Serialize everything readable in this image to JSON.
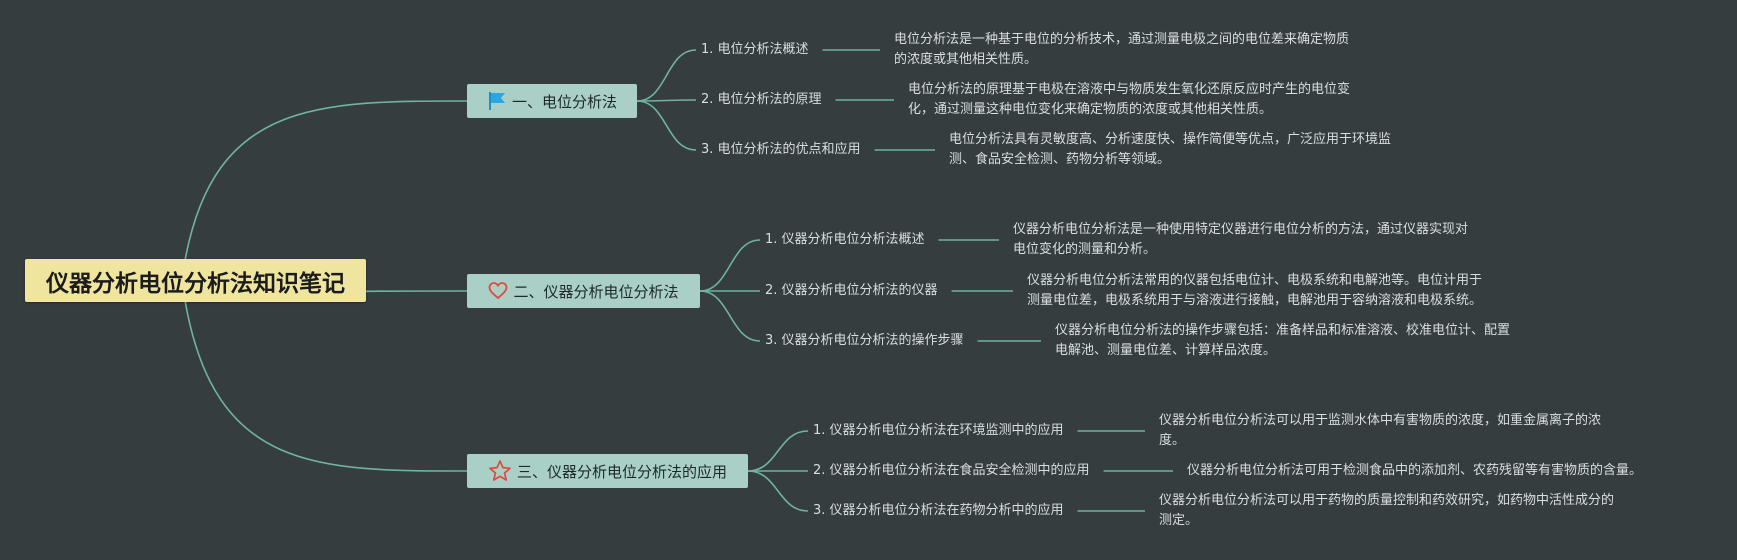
{
  "mindmap": {
    "root": {
      "label": "仪器分析电位分析法知识笔记"
    },
    "branches": [
      {
        "label": "一、电位分析法",
        "icon": "flag-icon",
        "children": [
          {
            "label": "1. 电位分析法概述",
            "detail": [
              "电位分析法是一种基于电位的分析技术，通过测量电极之间的电位差来确定物质",
              "的浓度或其他相关性质。"
            ]
          },
          {
            "label": "2. 电位分析法的原理",
            "detail": [
              "电位分析法的原理基于电极在溶液中与物质发生氧化还原反应时产生的电位变",
              "化，通过测量这种电位变化来确定物质的浓度或其他相关性质。"
            ]
          },
          {
            "label": "3. 电位分析法的优点和应用",
            "detail": [
              "电位分析法具有灵敏度高、分析速度快、操作简便等优点，广泛应用于环境监",
              "测、食品安全检测、药物分析等领域。"
            ]
          }
        ]
      },
      {
        "label": "二、仪器分析电位分析法",
        "icon": "heart-icon",
        "children": [
          {
            "label": "1. 仪器分析电位分析法概述",
            "detail": [
              "仪器分析电位分析法是一种使用特定仪器进行电位分析的方法，通过仪器实现对",
              "电位变化的测量和分析。"
            ]
          },
          {
            "label": "2. 仪器分析电位分析法的仪器",
            "detail": [
              "仪器分析电位分析法常用的仪器包括电位计、电极系统和电解池等。电位计用于",
              "测量电位差，电极系统用于与溶液进行接触，电解池用于容纳溶液和电极系统。"
            ]
          },
          {
            "label": "3. 仪器分析电位分析法的操作步骤",
            "detail": [
              "仪器分析电位分析法的操作步骤包括：准备样品和标准溶液、校准电位计、配置",
              "电解池、测量电位差、计算样品浓度。"
            ]
          }
        ]
      },
      {
        "label": "三、仪器分析电位分析法的应用",
        "icon": "star-icon",
        "children": [
          {
            "label": "1. 仪器分析电位分析法在环境监测中的应用",
            "detail": [
              "仪器分析电位分析法可以用于监测水体中有害物质的浓度，如重金属离子的浓",
              "度。"
            ]
          },
          {
            "label": "2. 仪器分析电位分析法在食品安全检测中的应用",
            "detail": [
              "仪器分析电位分析法可用于检测食品中的添加剂、农药残留等有害物质的含量。"
            ]
          },
          {
            "label": "3. 仪器分析电位分析法在药物分析中的应用",
            "detail": [
              "仪器分析电位分析法可以用于药物的质量控制和药效研究，如药物中活性成分的",
              "测定。"
            ]
          }
        ]
      }
    ],
    "colors": {
      "background": "#363d3f",
      "link": "#6fb3a2",
      "root_fill": "#efe59e",
      "branch_fill": "#a9cfc7",
      "flag": "#2aa6e0",
      "heart": "#e04a3c",
      "star": "#e04a3c"
    }
  }
}
